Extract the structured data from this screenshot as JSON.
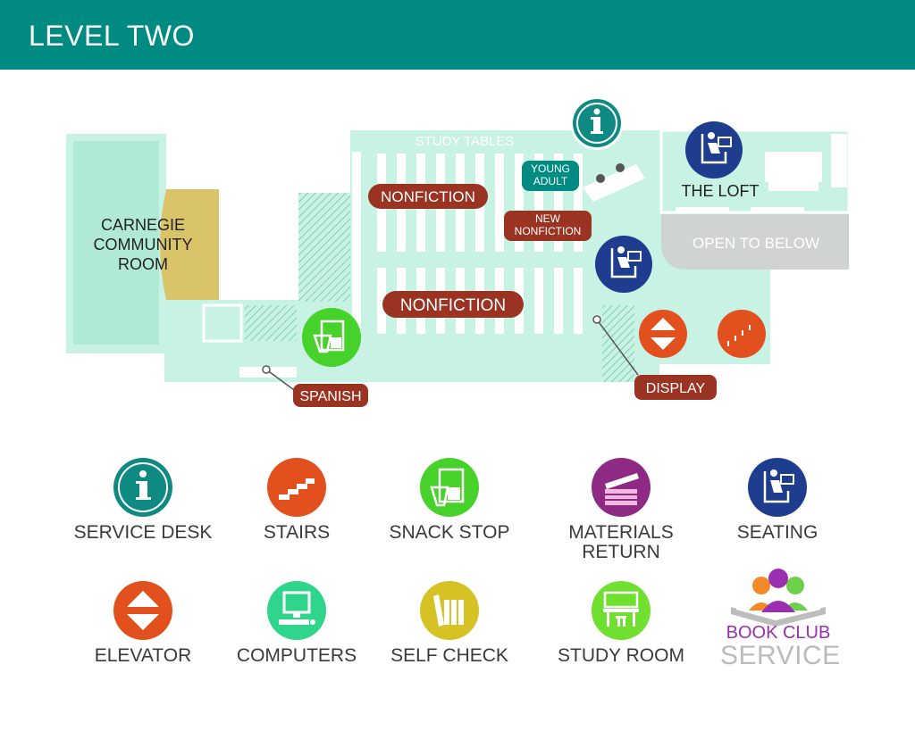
{
  "header": {
    "title": "LEVEL TWO"
  },
  "colors": {
    "header_bg": "#008b82",
    "floor": "#c8f2e4",
    "room_fill": "#b0ead4",
    "community_room_accent": "#d9c46a",
    "label_badge": "#9b3322",
    "teal_badge": "#008b82",
    "open_below": "#cfd3d2",
    "service_desk": "#0e8a83",
    "stairs": "#e2511d",
    "snack_stop": "#46d22a",
    "materials_return": "#8e2a84",
    "seating": "#1e3d8f",
    "elevator": "#e2511d",
    "computers": "#2ed58a",
    "self_check": "#d6c225",
    "study_room": "#6fe030"
  },
  "map": {
    "rooms": {
      "carnegie": "CARNEGIE\nCOMMUNITY\nROOM",
      "the_loft": "THE LOFT",
      "open_to_below": "OPEN TO BELOW",
      "study_tables": "STUDY TABLES"
    },
    "badges": {
      "nonfiction_top": "NONFICTION",
      "nonfiction_bottom": "NONFICTION",
      "new_nonfiction": "NEW\nNONFICTION",
      "young_adult": "YOUNG\nADULT",
      "spanish": "SPANISH",
      "display": "DISPLAY"
    }
  },
  "legend": [
    {
      "key": "service_desk",
      "label": "SERVICE DESK",
      "icon": "info-icon"
    },
    {
      "key": "stairs",
      "label": "STAIRS",
      "icon": "stairs-icon"
    },
    {
      "key": "snack_stop",
      "label": "SNACK STOP",
      "icon": "snack-icon"
    },
    {
      "key": "materials_return",
      "label": "MATERIALS\nRETURN",
      "icon": "book-return-icon"
    },
    {
      "key": "seating",
      "label": "SEATING",
      "icon": "seating-icon"
    },
    {
      "key": "elevator",
      "label": "ELEVATOR",
      "icon": "elevator-icon"
    },
    {
      "key": "computers",
      "label": "COMPUTERS",
      "icon": "computer-icon"
    },
    {
      "key": "self_check",
      "label": "SELF CHECK",
      "icon": "books-icon"
    },
    {
      "key": "study_room",
      "label": "STUDY ROOM",
      "icon": "study-desk-icon"
    }
  ],
  "book_club": {
    "line1": "BOOK CLUB",
    "line2": "SERVICE"
  }
}
